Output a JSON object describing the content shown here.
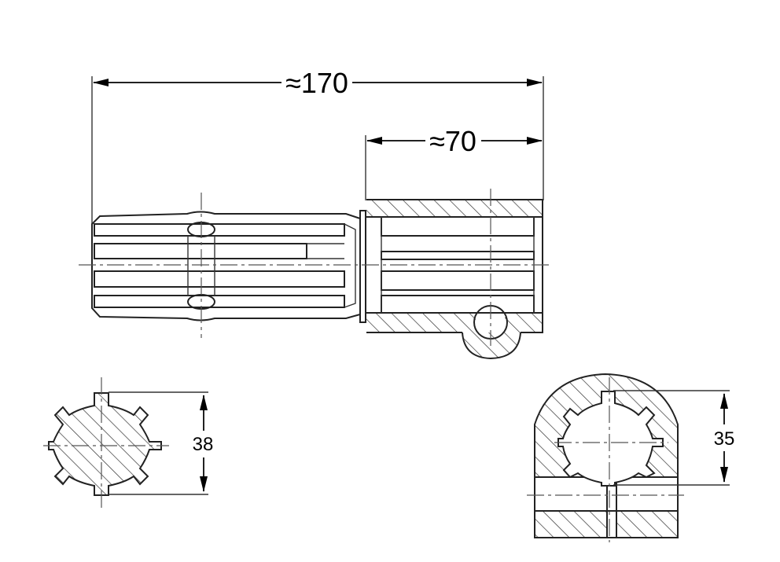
{
  "dimensions": {
    "overall_length": "≈170",
    "sleeve_length": "≈70",
    "shaft_diameter": "38",
    "bore_diameter": "35"
  }
}
